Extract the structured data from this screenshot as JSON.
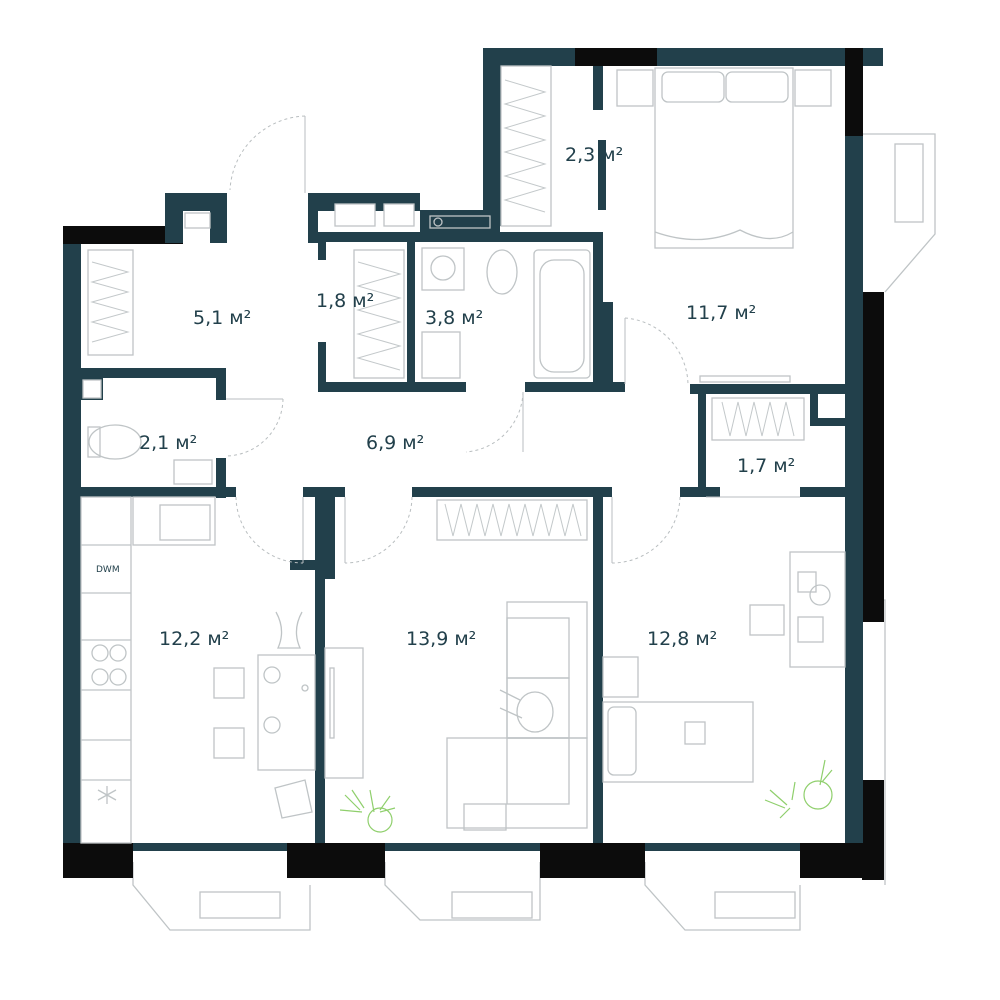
{
  "plan": {
    "colors": {
      "wall": "#22404b",
      "exterior_wall": "#0c0c0c",
      "furniture": "#bfc4c6",
      "plants": "#8fcf6c"
    },
    "appliance_label": "DWM",
    "rooms": [
      {
        "id": "wardrobe-north",
        "area": "2,3 м²"
      },
      {
        "id": "hall-storage",
        "area": "5,1 м²"
      },
      {
        "id": "closet-small",
        "area": "1,8 м²"
      },
      {
        "id": "bathroom",
        "area": "3,8 м²"
      },
      {
        "id": "bedroom-master",
        "area": "11,7 м²"
      },
      {
        "id": "toilet",
        "area": "2,1 м²"
      },
      {
        "id": "hallway",
        "area": "6,9 м²"
      },
      {
        "id": "closet-east",
        "area": "1,7 м²"
      },
      {
        "id": "kitchen",
        "area": "12,2 м²"
      },
      {
        "id": "living-room",
        "area": "13,9 м²"
      },
      {
        "id": "bedroom-second",
        "area": "12,8 м²"
      }
    ]
  }
}
